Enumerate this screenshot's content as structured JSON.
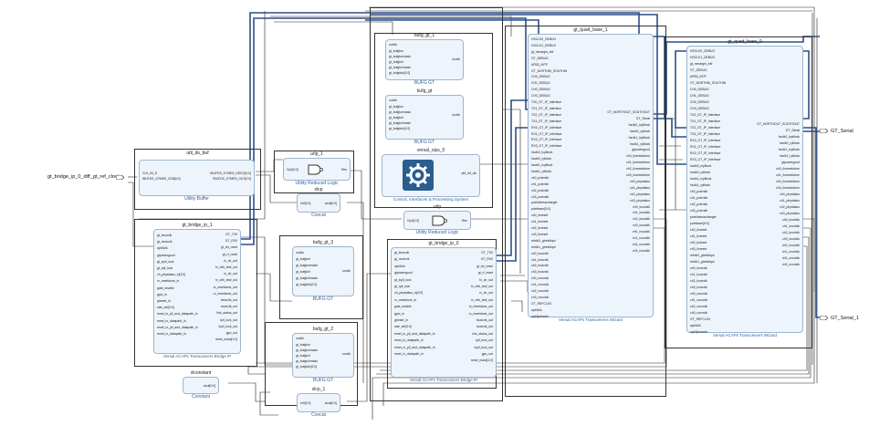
{
  "external_ports": {
    "input_clock": "gt_bridge_ip_0_diff_gt_ref_clock",
    "gt_serial": "GT_Serial",
    "gt_serial_1": "GT_Serial_1"
  },
  "blocks": {
    "util_ds_buf": {
      "name": "util_ds_buf",
      "type": "Utility Buffer",
      "ports_left": [
        "CLK_IN_D"
      ],
      "ports_right": [
        "IBUFDS_GTME5_ODIV2[0:0]",
        "IBUFDS_GTME5_OUT[0:0]"
      ],
      "extra_left": [
        "IBUFDS_GTME5_CEB[0:0]"
      ]
    },
    "urlp_1": {
      "name": "urlp_1",
      "type": "Utility Reduced Logic",
      "port_left": "Op1[0:0]",
      "port_right": "Res"
    },
    "urlp": {
      "name": "urlp",
      "type": "Utility Reduced Logic",
      "port_left": "Op1[0:0]",
      "port_right": "Res"
    },
    "xlcp": {
      "name": "xlcp",
      "type": "Concat",
      "port_left": "In0[0:0]",
      "port_right": "dout[0:0]"
    },
    "xlcp_1": {
      "name": "xlcp_1",
      "type": "Concat",
      "port_left": "In0[0:0]",
      "port_right": "dout[0:0]"
    },
    "xlconstant": {
      "name": "xlconstant",
      "type": "Constant",
      "port_right": "dout[0:0]"
    },
    "bufg_gt_1": {
      "name": "bufg_gt_1",
      "type": "BUFG GT",
      "ports_left": [
        "outclk",
        "gt_bufgtce",
        "gt_bufgtcemask",
        "gt_bufgtclr",
        "gt_bufgtclrmask",
        "gt_bufgtdiv[2:0]"
      ],
      "port_right": "usrclk"
    },
    "bufg_gt": {
      "name": "bufg_gt",
      "type": "BUFG GT",
      "ports_left": [
        "outclk",
        "gt_bufgtce",
        "gt_bufgtcemask",
        "gt_bufgtclr",
        "gt_bufgtclrmask",
        "gt_bufgtdiv[2:0]"
      ],
      "port_right": "usrclk"
    },
    "bufg_gt_3": {
      "name": "bufg_gt_3",
      "type": "BUFG GT",
      "ports_left": [
        "outclk",
        "gt_bufgtce",
        "gt_bufgtcemask",
        "gt_bufgtclr",
        "gt_bufgtclrmask",
        "gt_bufgtdiv[2:0]"
      ],
      "port_right": "usrclk"
    },
    "bufg_gt_2": {
      "name": "bufg_gt_2",
      "type": "BUFG GT",
      "ports_left": [
        "outclk",
        "gt_bufgtce",
        "gt_bufgtcemask",
        "gt_bufgtclr",
        "gt_bufgtclrmask",
        "gt_bufgtdiv[2:0]"
      ],
      "port_right": "usrclk"
    },
    "versal_cips_0": {
      "name": "versal_cips_0",
      "type": "Control, Interfaces & Processing System",
      "port_right": "pl0_ref_clk"
    },
    "gt_bridge_ip_1": {
      "name": "gt_bridge_ip_1",
      "type": "Versal ACAPs Transceivers Bridge IP",
      "ports_left": [
        "gt_txusrclk",
        "gt_rxusrclk",
        "apb3clk",
        "gtpowergood",
        "gt_lcpll_lock",
        "gt_rpll_lock",
        "ch_phystatus_in[3:0]",
        "rx_resetdone_in",
        "gate_enable",
        "gpio_in",
        "gtreset_in",
        "rate_sel[3:0]",
        "reset_tx_pll_and_datapath_in",
        "reset_tx_datapath_in",
        "reset_rx_pll_and_datapath_in",
        "reset_rx_datapath_in"
      ],
      "ports_right": [
        "GT_TX0",
        "GT_RX0",
        "gt_txt_reset",
        "gt_rf_reset",
        "tx_clr_out",
        "tx_clrb_leaf_out",
        "rx_clr_out",
        "rx_clrb_leaf_out",
        "tx_resetdone_out",
        "rx_resetdone_out",
        "txusrclk_out",
        "rxusrclk_out",
        "link_status_out",
        "rpll_lock_out",
        "lcpll_lock_out",
        "gpo_out",
        "reset_mask[1:0]"
      ]
    },
    "gt_bridge_ip_0": {
      "name": "gt_bridge_ip_0",
      "type": "Versal ACAPs Transceivers Bridge IP",
      "ports_left": [
        "gt_txusrclk",
        "gt_rxusrclk",
        "apb3clk",
        "gtpowergood",
        "gt_lcpll_lock",
        "gt_rpll_lock",
        "ch_phystatus_in[3:0]",
        "rx_resetdone_in",
        "gate_enable",
        "gpio_in",
        "gtreset_in",
        "rate_sel[3:0]",
        "reset_tx_pll_and_datapath_in",
        "reset_tx_datapath_in",
        "reset_rx_pll_and_datapath_in",
        "reset_rx_datapath_in"
      ],
      "ports_right": [
        "GT_TX0",
        "GT_RX0",
        "gt_txt_reset",
        "gt_rf_reset",
        "tx_clr_out",
        "tx_clrb_leaf_out",
        "rx_clr_out",
        "rx_clrb_leaf_out",
        "tx_resetdone_out",
        "rx_resetdone_out",
        "txusrclk_out",
        "rxusrclk_out",
        "link_status_out",
        "rpll_lock_out",
        "lcpll_lock_out",
        "gpo_out",
        "reset_mask[1:0]"
      ]
    },
    "gt_quad_base_1": {
      "name": "gt_quad_base_1",
      "type": "Versal ACAPs Transceivers Wizard",
      "ports_left": [
        "HSCLK0_DEBUG",
        "HSCLK1_DEBUG",
        "gt_rxmargin_intf",
        "GT_DEBUG",
        "APB3_INTF",
        "GT_NORTHIN_SOUTHIN",
        "CH0_DEBUG",
        "CH1_DEBUG",
        "CH2_DEBUG",
        "CH3_DEBUG",
        "TX0_GT_IP_Interface",
        "TX1_GT_IP_Interface",
        "TX2_GT_IP_Interface",
        "TX3_GT_IP_Interface",
        "RX0_GT_IP_Interface",
        "RX1_GT_IP_Interface",
        "RX2_GT_IP_Interface",
        "RX3_GT_IP_Interface",
        "hsclk0_lcplllock",
        "hsclk0_rplllock",
        "hsclk1_lcplllock",
        "hsclk1_rplllock",
        "ch0_pcierstb",
        "ch1_pcierstb",
        "ch2_pcierstb",
        "ch3_pcierstb",
        "pcielinkreachtarget",
        "pcieltssm[5:0]",
        "ch0_iloreset",
        "ch1_iloreset",
        "ch2_iloreset",
        "ch3_iloreset",
        "refclk0_gtrefclkpd",
        "refclk1_gtrefclkpd",
        "ch0_txusrclk",
        "ch1_txusrclk",
        "ch2_txusrclk",
        "ch3_txusrclk",
        "ch0_rxusrclk",
        "ch1_rxusrclk",
        "ch2_rxusrclk",
        "ch3_rxusrclk",
        "GT_REFCLK0",
        "apb3clk",
        "apb3presetn"
      ],
      "ports_right": [
        "GT_NORTHOUT_SOUTHOUT",
        "GT_Serial",
        "hsclk0_lcplllock",
        "hsclk0_rplllock",
        "hsclk1_lcplllock",
        "hsclk1_rplllock",
        "gtpowergood",
        "ch0_iloresetdone",
        "ch1_iloresetdone",
        "ch2_iloresetdone",
        "ch3_iloresetdone",
        "ch0_phystatus",
        "ch1_phystatus",
        "ch2_phystatus",
        "ch3_phystatus",
        "ch0_txoutclk",
        "ch1_txoutclk",
        "ch2_txoutclk",
        "ch3_txoutclk",
        "ch0_rxoutclk",
        "ch1_rxoutclk",
        "ch2_rxoutclk",
        "ch3_rxoutclk"
      ]
    },
    "gt_quad_base_0": {
      "name": "gt_quad_base_0",
      "type": "Versal ACAPs Transceivers Wizard",
      "ports_left": [
        "HSCLK0_DEBUG",
        "HSCLK1_DEBUG",
        "gt_rxmargin_intf",
        "GT_DEBUG",
        "APB3_INTF",
        "GT_NORTHIN_SOUTHIN",
        "CH0_DEBUG",
        "CH1_DEBUG",
        "CH2_DEBUG",
        "CH3_DEBUG",
        "TX0_GT_IP_Interface",
        "TX1_GT_IP_Interface",
        "TX2_GT_IP_Interface",
        "TX3_GT_IP_Interface",
        "RX0_GT_IP_Interface",
        "RX1_GT_IP_Interface",
        "RX2_GT_IP_Interface",
        "RX3_GT_IP_Interface",
        "hsclk0_lcplllock",
        "hsclk0_rplllock",
        "hsclk1_lcplllock",
        "hsclk1_rplllock",
        "ch0_pcierstb",
        "ch1_pcierstb",
        "ch2_pcierstb",
        "ch3_pcierstb",
        "pcielinkreachtarget",
        "pcieltssm[5:0]",
        "ch0_iloreset",
        "ch1_iloreset",
        "ch2_iloreset",
        "ch3_iloreset",
        "refclk0_gtrefclkpd",
        "refclk1_gtrefclkpd",
        "ch0_txusrclk",
        "ch1_txusrclk",
        "ch2_txusrclk",
        "ch3_txusrclk",
        "ch0_rxusrclk",
        "ch1_rxusrclk",
        "ch2_rxusrclk",
        "ch3_rxusrclk",
        "GT_REFCLK0",
        "apb3clk",
        "apb3presetn"
      ],
      "ports_right": [
        "GT_NORTHOUT_SOUTHOUT",
        "GT_Serial",
        "hsclk0_lcplllock",
        "hsclk0_rplllock",
        "hsclk1_lcplllock",
        "hsclk1_rplllock",
        "gtpowergood",
        "ch0_iloresetdone",
        "ch1_iloresetdone",
        "ch2_iloresetdone",
        "ch3_iloresetdone",
        "ch0_phystatus",
        "ch1_phystatus",
        "ch2_phystatus",
        "ch3_phystatus",
        "ch0_txoutclk",
        "ch1_txoutclk",
        "ch2_txoutclk",
        "ch3_txoutclk",
        "ch0_rxoutclk",
        "ch1_rxoutclk",
        "ch2_rxoutclk",
        "ch3_rxoutclk"
      ]
    }
  },
  "colors": {
    "block_fill": "#eef4fb",
    "block_border": "#9cb6cf",
    "type_label": "#2f5f9c",
    "bus_wire": "#2b4f86",
    "signal_wire": "#222222",
    "cips_icon": "#2a5d90"
  }
}
